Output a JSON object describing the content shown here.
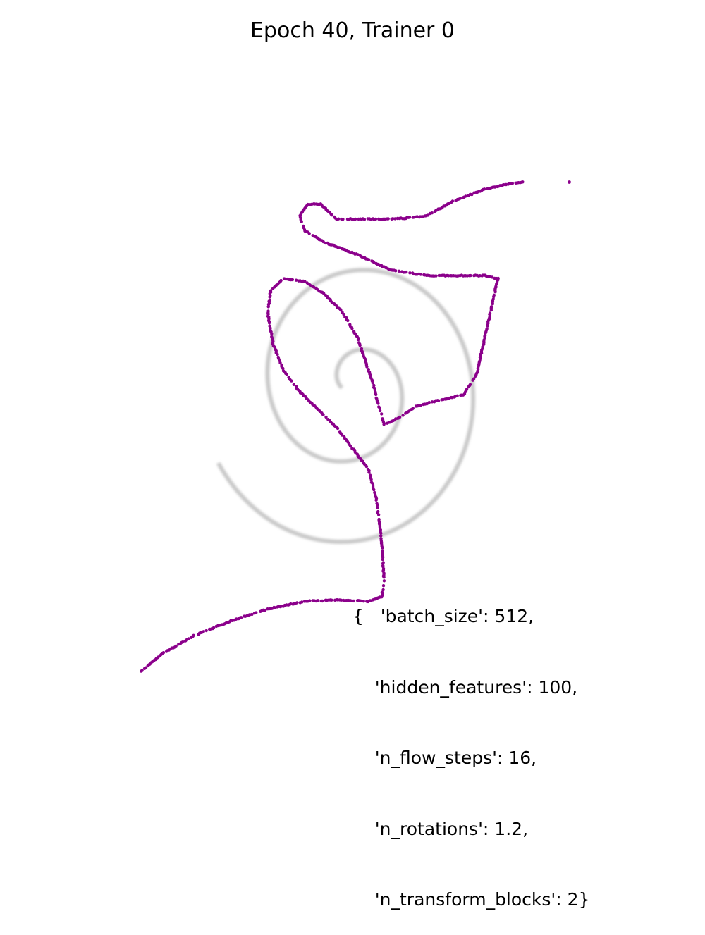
{
  "chart_data": {
    "type": "scatter",
    "title": "Epoch 40, Trainer 0",
    "xlabel": "",
    "ylabel": "",
    "grid": false,
    "axes_visible": false,
    "series": [
      {
        "role": "target",
        "color": "#9e9e9e",
        "spiral": {
          "center": [
            0.0,
            0.0
          ],
          "r_start": 0.2,
          "r_end": 2.85,
          "turns": 1.95,
          "theta_start": 3.3,
          "direction": "clockwise"
        }
      },
      {
        "role": "samples",
        "color": "#8b008b",
        "points": [
          [
            -4.0,
            -4.8
          ],
          [
            -3.6,
            -4.5
          ],
          [
            -3.0,
            -4.2
          ],
          [
            -2.3,
            -3.95
          ],
          [
            -1.6,
            -3.75
          ],
          [
            -0.9,
            -3.62
          ],
          [
            -0.3,
            -3.6
          ],
          [
            0.3,
            -3.62
          ],
          [
            0.55,
            -3.55
          ],
          [
            0.6,
            -3.3
          ],
          [
            0.55,
            -2.6
          ],
          [
            0.45,
            -1.9
          ],
          [
            0.3,
            -1.4
          ],
          [
            0.0,
            -1.05
          ],
          [
            -0.3,
            -0.7
          ],
          [
            -0.65,
            -0.4
          ],
          [
            -1.0,
            -0.1
          ],
          [
            -1.3,
            0.25
          ],
          [
            -1.5,
            0.7
          ],
          [
            -1.6,
            1.2
          ],
          [
            -1.55,
            1.6
          ],
          [
            -1.3,
            1.8
          ],
          [
            -0.9,
            1.75
          ],
          [
            -0.55,
            1.55
          ],
          [
            -0.2,
            1.25
          ],
          [
            0.1,
            0.8
          ],
          [
            0.25,
            0.4
          ],
          [
            0.4,
            0.0
          ],
          [
            0.5,
            -0.35
          ],
          [
            0.6,
            -0.65
          ],
          [
            0.85,
            -0.55
          ],
          [
            1.2,
            -0.35
          ],
          [
            1.6,
            -0.25
          ],
          [
            2.1,
            -0.15
          ],
          [
            2.35,
            0.2
          ],
          [
            2.5,
            0.8
          ],
          [
            2.65,
            1.4
          ],
          [
            2.75,
            1.8
          ],
          [
            2.5,
            1.85
          ],
          [
            2.0,
            1.85
          ],
          [
            1.4,
            1.85
          ],
          [
            0.7,
            1.95
          ],
          [
            0.1,
            2.2
          ],
          [
            -0.5,
            2.4
          ],
          [
            -0.9,
            2.6
          ],
          [
            -1.0,
            2.85
          ],
          [
            -0.85,
            3.05
          ],
          [
            -0.6,
            3.05
          ],
          [
            -0.3,
            2.8
          ],
          [
            0.2,
            2.8
          ],
          [
            0.8,
            2.8
          ],
          [
            1.4,
            2.85
          ],
          [
            1.9,
            3.1
          ],
          [
            2.5,
            3.3
          ],
          [
            3.0,
            3.4
          ],
          [
            3.25,
            3.42
          ],
          [
            4.1,
            3.42
          ]
        ]
      }
    ],
    "annotation": {
      "lines": [
        "{   'batch_size': 512,",
        "    'hidden_features': 100,",
        "    'n_flow_steps': 16,",
        "    'n_rotations': 1.2,",
        "    'n_transform_blocks': 2}"
      ]
    },
    "xlim": [
      -5.0,
      5.0
    ],
    "ylim": [
      -5.0,
      5.0
    ]
  }
}
